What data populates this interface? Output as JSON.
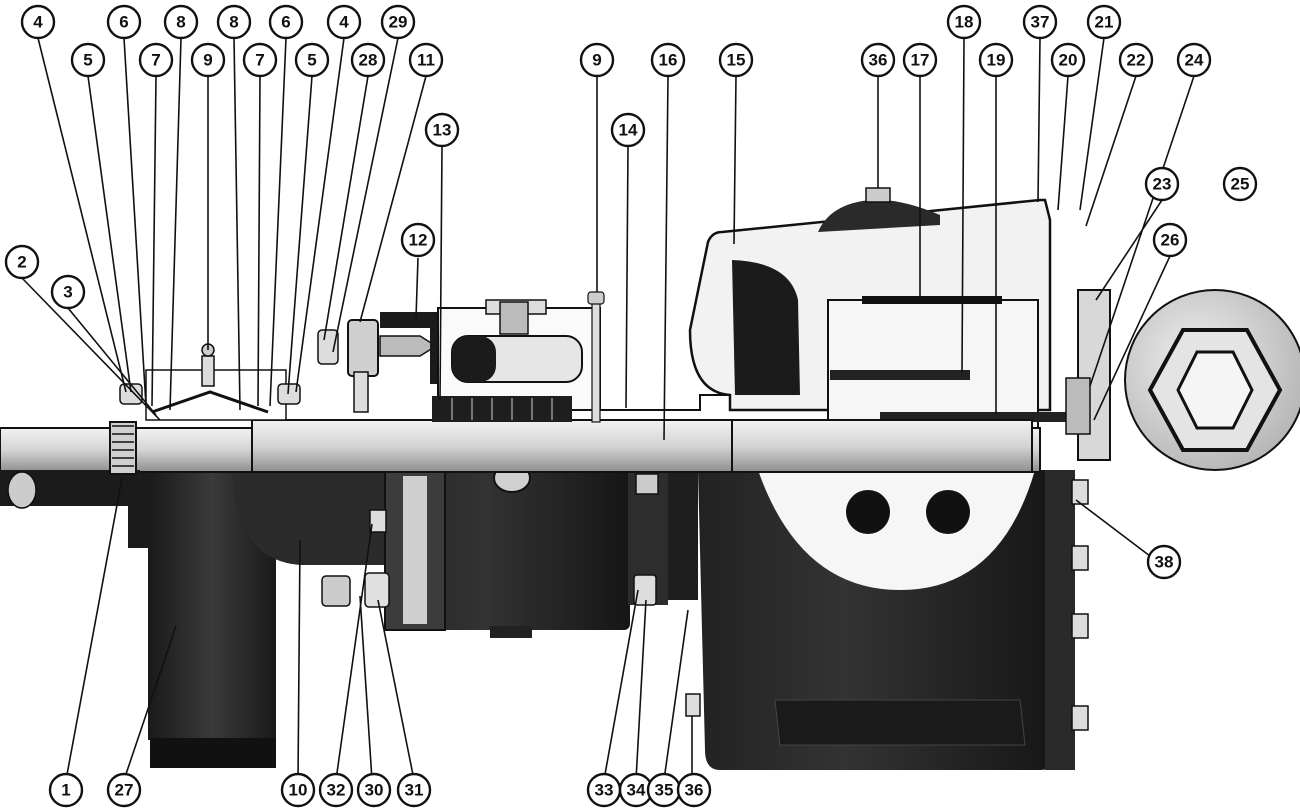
{
  "diagram": {
    "type": "pump cross-section parts diagram",
    "colors": {
      "background": "#ffffff",
      "casing": "#2a2a2a",
      "casing_dark": "#141414",
      "metal_light": "#e4e4e4",
      "metal_mid": "#b9b9b9",
      "outline": "#111111"
    }
  },
  "callouts": [
    {
      "id": "c4a",
      "label": "4"
    },
    {
      "id": "c5a",
      "label": "5"
    },
    {
      "id": "c6a",
      "label": "6"
    },
    {
      "id": "c7a",
      "label": "7"
    },
    {
      "id": "c8a",
      "label": "8"
    },
    {
      "id": "c9a",
      "label": "9"
    },
    {
      "id": "c8b",
      "label": "8"
    },
    {
      "id": "c7b",
      "label": "7"
    },
    {
      "id": "c6b",
      "label": "6"
    },
    {
      "id": "c5b",
      "label": "5"
    },
    {
      "id": "c4b",
      "label": "4"
    },
    {
      "id": "c28",
      "label": "28"
    },
    {
      "id": "c29",
      "label": "29"
    },
    {
      "id": "c11",
      "label": "11"
    },
    {
      "id": "c13",
      "label": "13"
    },
    {
      "id": "c12",
      "label": "12"
    },
    {
      "id": "c2",
      "label": "2"
    },
    {
      "id": "c3",
      "label": "3"
    },
    {
      "id": "c9b",
      "label": "9"
    },
    {
      "id": "c16",
      "label": "16"
    },
    {
      "id": "c14",
      "label": "14"
    },
    {
      "id": "c15",
      "label": "15"
    },
    {
      "id": "c36a",
      "label": "36"
    },
    {
      "id": "c17",
      "label": "17"
    },
    {
      "id": "c18",
      "label": "18"
    },
    {
      "id": "c19",
      "label": "19"
    },
    {
      "id": "c37",
      "label": "37"
    },
    {
      "id": "c20",
      "label": "20"
    },
    {
      "id": "c21",
      "label": "21"
    },
    {
      "id": "c22",
      "label": "22"
    },
    {
      "id": "c24",
      "label": "24"
    },
    {
      "id": "c23",
      "label": "23"
    },
    {
      "id": "c25",
      "label": "25"
    },
    {
      "id": "c26",
      "label": "26"
    },
    {
      "id": "c38",
      "label": "38"
    },
    {
      "id": "c1",
      "label": "1"
    },
    {
      "id": "c27",
      "label": "27"
    },
    {
      "id": "c10",
      "label": "10"
    },
    {
      "id": "c32",
      "label": "32"
    },
    {
      "id": "c30",
      "label": "30"
    },
    {
      "id": "c31",
      "label": "31"
    },
    {
      "id": "c33",
      "label": "33"
    },
    {
      "id": "c34",
      "label": "34"
    },
    {
      "id": "c35",
      "label": "35"
    },
    {
      "id": "c36b",
      "label": "36"
    }
  ]
}
